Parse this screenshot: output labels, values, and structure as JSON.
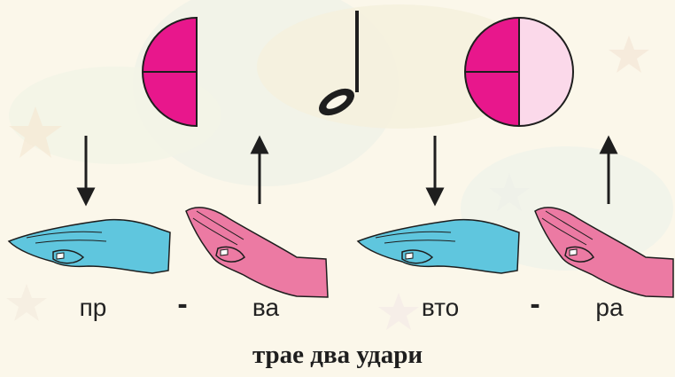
{
  "syllables": [
    "пр",
    "ва",
    "вто",
    "ра"
  ],
  "separator": "-",
  "caption": "трае два удари",
  "colors": {
    "background": "#fbf7ea",
    "magenta": "#e8178c",
    "pale_pink": "#fbd9ea",
    "hand_blue": "#5fc6de",
    "hand_pink": "#ec7aa3",
    "ink": "#1e1e1e"
  },
  "icons": [
    "half-circle-icon",
    "half-note-icon",
    "full-circle-icon",
    "down-arrow-icon",
    "up-arrow-icon",
    "hand-down-icon",
    "hand-up-icon"
  ]
}
